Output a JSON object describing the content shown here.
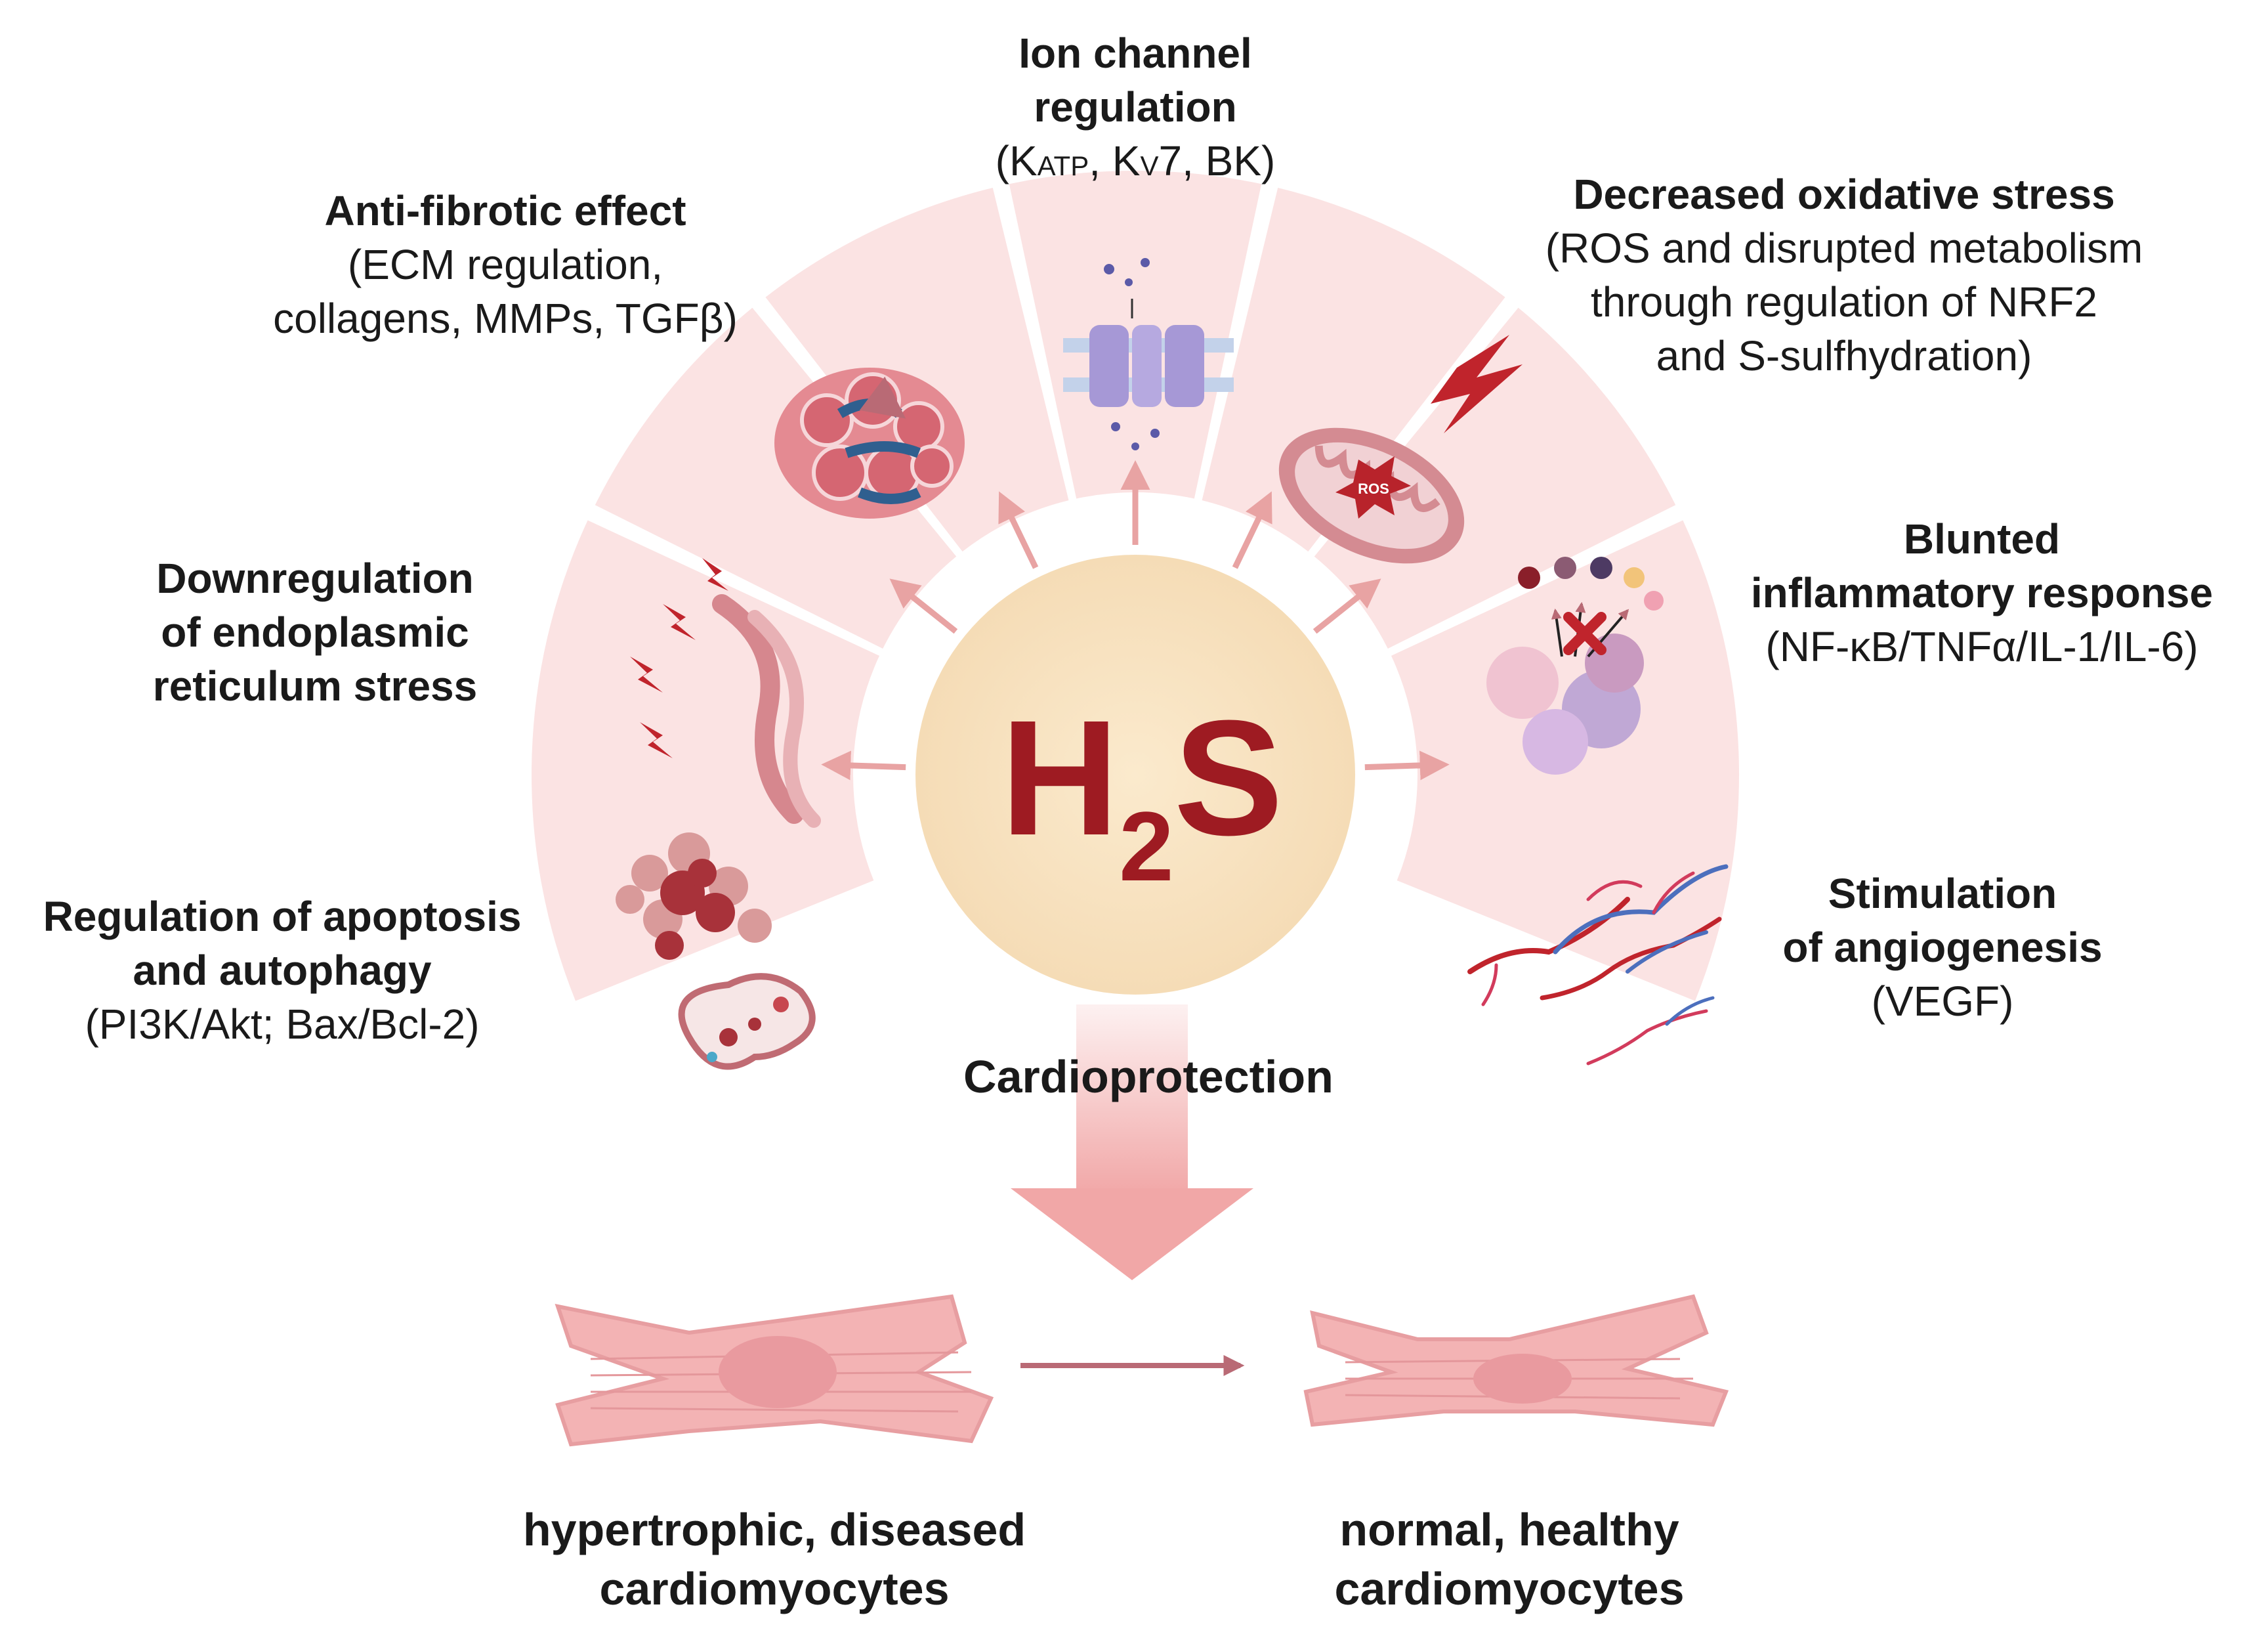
{
  "center": {
    "prefix": "H",
    "subscript": "2",
    "suffix": "S"
  },
  "cardioprotection": "Cardioprotection",
  "segments": [
    {
      "id": "apoptosis",
      "title": [
        "Regulation of apoptosis",
        "and autophagy"
      ],
      "detail": [
        "(PI3K/Akt; Bax/Bcl-2)"
      ]
    },
    {
      "id": "er-stress",
      "title": [
        "Downregulation",
        "of endoplasmic",
        "reticulum stress"
      ],
      "detail": []
    },
    {
      "id": "fibrotic",
      "title": [
        "Anti-fibrotic effect"
      ],
      "detail": [
        "(ECM regulation,",
        "collagens, MMPs, TGFβ)"
      ]
    },
    {
      "id": "ion",
      "title": [
        "Ion channel",
        "regulation"
      ],
      "detail_parts": {
        "k1": "K",
        "atp": "ATP",
        "sep1": ", ",
        "k2": "K",
        "v": "V",
        "rest": "7, BK)",
        "open": "("
      }
    },
    {
      "id": "oxidative",
      "title": [
        "Decreased oxidative stress"
      ],
      "detail": [
        "(ROS and disrupted metabolism",
        "through regulation of NRF2",
        "and S-sulfhydration)"
      ]
    },
    {
      "id": "inflammatory",
      "title": [
        "Blunted",
        "inflammatory response"
      ],
      "detail": [
        "(NF-κB/TNFα/IL-1/IL-6)"
      ]
    },
    {
      "id": "angiogenesis",
      "title": [
        "Stimulation",
        "of angiogenesis"
      ],
      "detail": [
        "(VEGF)"
      ]
    }
  ],
  "ros_label": "ROS",
  "cells": {
    "diseased": [
      "hypertrophic, diseased",
      "cardiomyocytes"
    ],
    "healthy": [
      "normal, healthy",
      "cardiomyocytes"
    ]
  },
  "colors": {
    "segment_fill": "#fbe3e3",
    "center_fill": "#f8e3c4",
    "h2s_text": "#9e1b22",
    "arrow": "#e8a3a3",
    "cell_fill": "#f3b3b4"
  }
}
